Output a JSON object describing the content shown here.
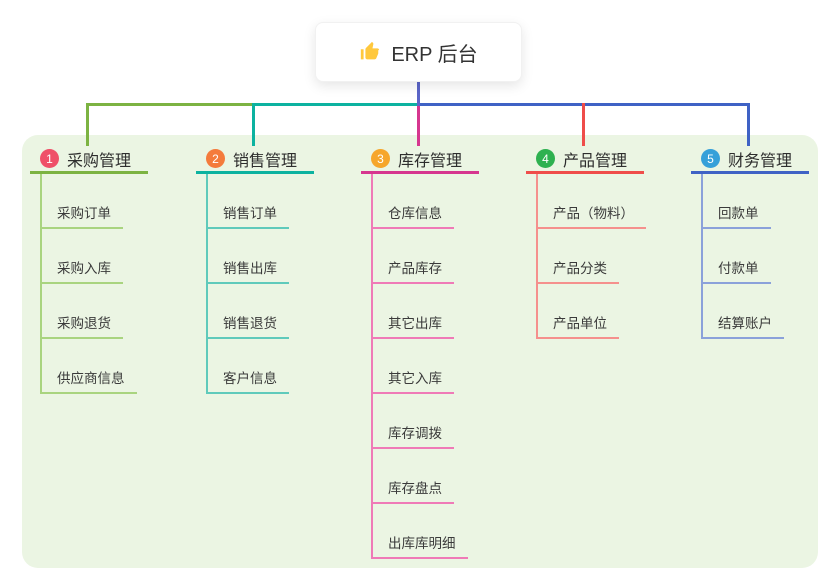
{
  "root": {
    "title": "ERP 后台",
    "icon": "thumbs-up-icon",
    "icon_color": "#ffc83d",
    "connector_color": "#5b65c8"
  },
  "panel_color": "#ebf5e3",
  "branches": [
    {
      "num": "1",
      "label": "采购管理",
      "badge_color": "#ef5068",
      "line_color": "#7cb342",
      "sub_line_color": "#a9d47f",
      "items": [
        "采购订单",
        "采购入库",
        "采购退货",
        "供应商信息"
      ]
    },
    {
      "num": "2",
      "label": "销售管理",
      "badge_color": "#f47b3c",
      "line_color": "#0cb2a0",
      "sub_line_color": "#5fcabb",
      "items": [
        "销售订单",
        "销售出库",
        "销售退货",
        "客户信息"
      ]
    },
    {
      "num": "3",
      "label": "库存管理",
      "badge_color": "#f6a62b",
      "line_color": "#d6368f",
      "sub_line_color": "#ef7ab7",
      "items": [
        "仓库信息",
        "产品库存",
        "其它出库",
        "其它入库",
        "库存调拨",
        "库存盘点",
        "出库库明细"
      ]
    },
    {
      "num": "4",
      "label": "产品管理",
      "badge_color": "#2eb150",
      "line_color": "#ef4d4a",
      "sub_line_color": "#f5908d",
      "items": [
        "产品（物料）",
        "产品分类",
        "产品单位"
      ]
    },
    {
      "num": "5",
      "label": "财务管理",
      "badge_color": "#36a0d9",
      "line_color": "#3f62c5",
      "sub_line_color": "#8ba1da",
      "items": [
        "回款单",
        "付款单",
        "结算账户"
      ]
    }
  ]
}
